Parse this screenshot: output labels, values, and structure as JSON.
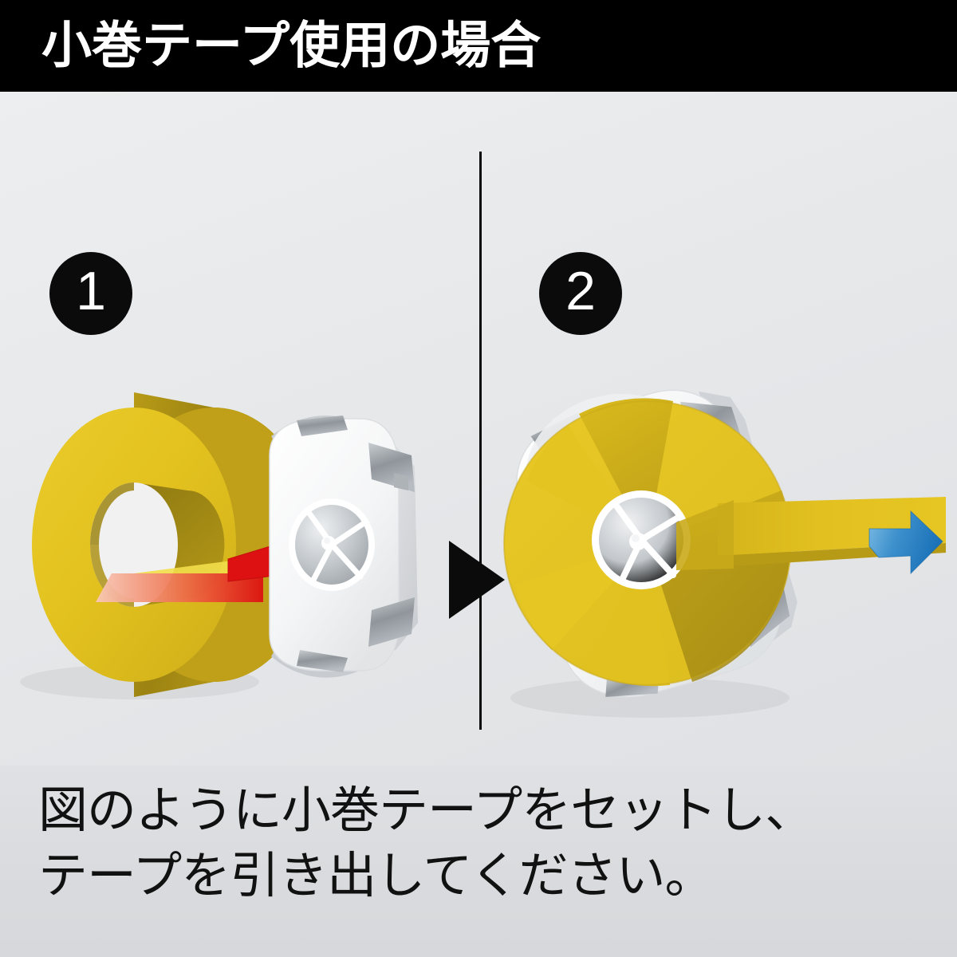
{
  "header": {
    "title": "小巻テープ使用の場合",
    "background_color": "#000000",
    "text_color": "#ffffff"
  },
  "steps": [
    {
      "number": "1",
      "name": "insert-roll-onto-cartridge"
    },
    {
      "number": "2",
      "name": "pull-tape-out"
    }
  ],
  "divider": {
    "name": "panel-divider",
    "color": "#0b0b0b"
  },
  "progress_arrow": {
    "name": "progress-triangle",
    "color": "#0b0b0b",
    "direction": "right"
  },
  "illustration": {
    "background_color": "#e6e8ea",
    "panel1": {
      "tape_roll": {
        "label": "small-tape-roll",
        "face_color": "#E3C21F",
        "rim_color": "#C2A219",
        "shadow_color": "#8F7A12",
        "hole_color": "#f2f2f2"
      },
      "cartridge": {
        "label": "tape-cartridge-holder",
        "body_color": "#f7f7f8",
        "edge_color": "#d6d8da",
        "clip_color": "#9aa0a4",
        "hub_color": "#c8ccd0",
        "pin_color": "#ffffff"
      },
      "arrow": {
        "label": "insert-direction-arrow",
        "color": "#DD1111",
        "fade_color": "#f7a38c",
        "direction": "right"
      }
    },
    "panel2": {
      "assembly": {
        "label": "roll-mounted-in-cartridge",
        "tape_color": "#E3C21F",
        "tape_shade_color": "#A89017",
        "cartridge_color": "#f7f7f8",
        "clip_color": "#9aa0a4"
      },
      "tape_strip": {
        "label": "pulled-tape-strip",
        "top_color": "#E0BE1C",
        "side_color": "#B79A16"
      },
      "arrow": {
        "label": "pull-direction-arrow",
        "color_start": "#6FB4E0",
        "color_end": "#1B72B8",
        "direction": "right"
      }
    }
  },
  "caption": {
    "line1": "図のように小巻テープをセットし、",
    "line2": "テープを引き出してください。",
    "text_color": "#111111"
  }
}
